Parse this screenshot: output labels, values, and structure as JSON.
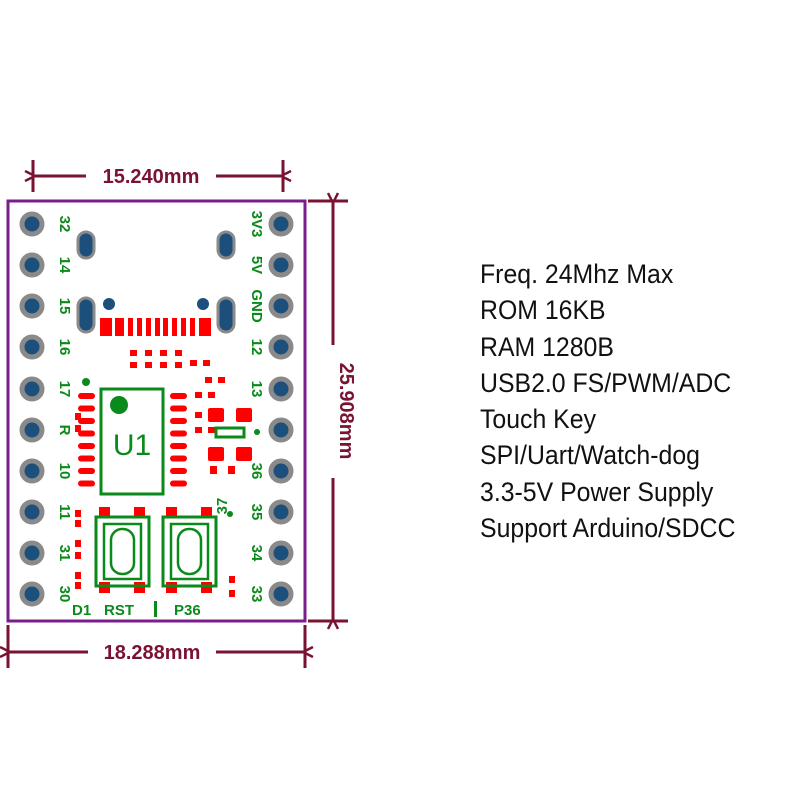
{
  "dimensions": {
    "top_width": "15.240mm",
    "bottom_width": "18.288mm",
    "height": "25.908mm"
  },
  "pins": {
    "left": [
      "32",
      "14",
      "15",
      "16",
      "17",
      "R",
      "10",
      "11",
      "31",
      "30"
    ],
    "right": [
      "3V3",
      "5V",
      "GND",
      "12",
      "13",
      "",
      "36",
      "35",
      "34",
      "33"
    ]
  },
  "board_labels": {
    "chip": "U1",
    "pin37": "37",
    "d1": "D1",
    "rst": "RST",
    "p36": "P36"
  },
  "specs": [
    "Freq. 24Mhz Max",
    "ROM 16KB",
    "RAM 1280B",
    "USB2.0 FS/PWM/ADC",
    "Touch Key",
    "SPI/Uart/Watch-dog",
    "3.3-5V Power Supply",
    "Support Arduino/SDCC"
  ],
  "colors": {
    "board_outline": "#7b1e8c",
    "dimension": "#7a1232",
    "silkscreen": "#0a8a1a",
    "pad": "#ff0000",
    "hole": "#1c4f7c",
    "ring": "#8a8a8a"
  }
}
